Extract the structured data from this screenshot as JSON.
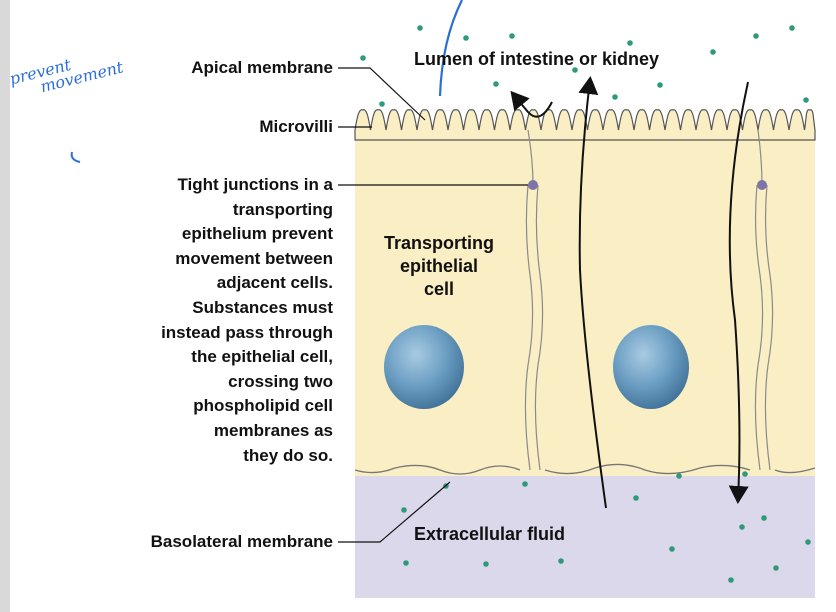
{
  "labels": {
    "apical": "Apical membrane",
    "microvilli": "Microvilli",
    "tight_junction": [
      "Tight junctions in a",
      "transporting",
      "epithelium prevent",
      "movement between",
      "adjacent cells.",
      "Substances must",
      "instead pass through",
      "the epithelial cell,",
      "crossing two",
      "phospholipid cell",
      "membranes as",
      "they do so."
    ],
    "basolateral": "Basolateral membrane",
    "lumen": "Lumen of intestine or kidney",
    "cell": [
      "Transporting",
      "epithelial",
      "cell"
    ],
    "ecf": "Extracellular fluid"
  },
  "annotation": {
    "line1": "prevent",
    "line2": "movement"
  },
  "colors": {
    "cell_fill": "#faeec4",
    "ecf_fill": "#dcd8ec",
    "nucleus": "#5f94b8",
    "annotation": "#2b6fd6",
    "junction": "#7e74a8"
  },
  "icons": [
    "curved-arrow-icon",
    "arrow-icon"
  ]
}
